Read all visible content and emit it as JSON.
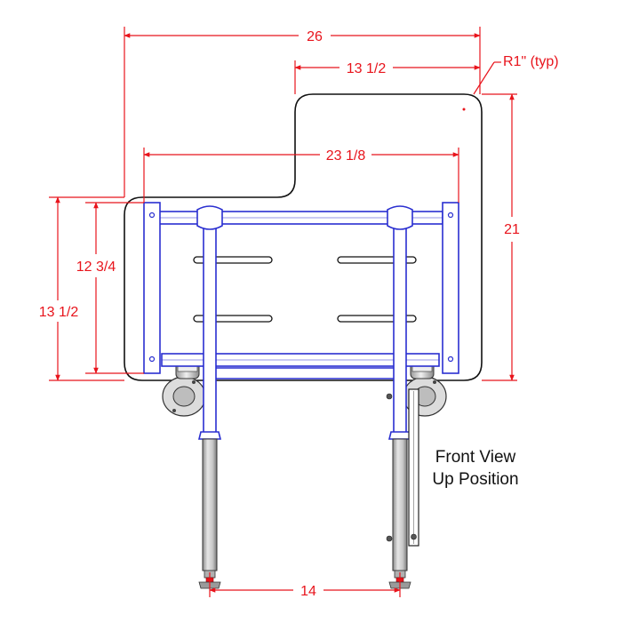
{
  "colors": {
    "dimension": "#e8141c",
    "frame": "#2a2fd0",
    "outline": "#111111",
    "leg": "#c8c8c8"
  },
  "dimensions": {
    "overall_width": "26",
    "notch_width": "13 1/2",
    "radius_note": "R1\" (typ)",
    "overall_height": "21",
    "frame_width": "23 1/8",
    "frame_height": "12 3/4",
    "seat_depth": "13 1/2",
    "leg_spacing": "14"
  },
  "caption": {
    "line1": "Front View",
    "line2": "Up Position"
  }
}
